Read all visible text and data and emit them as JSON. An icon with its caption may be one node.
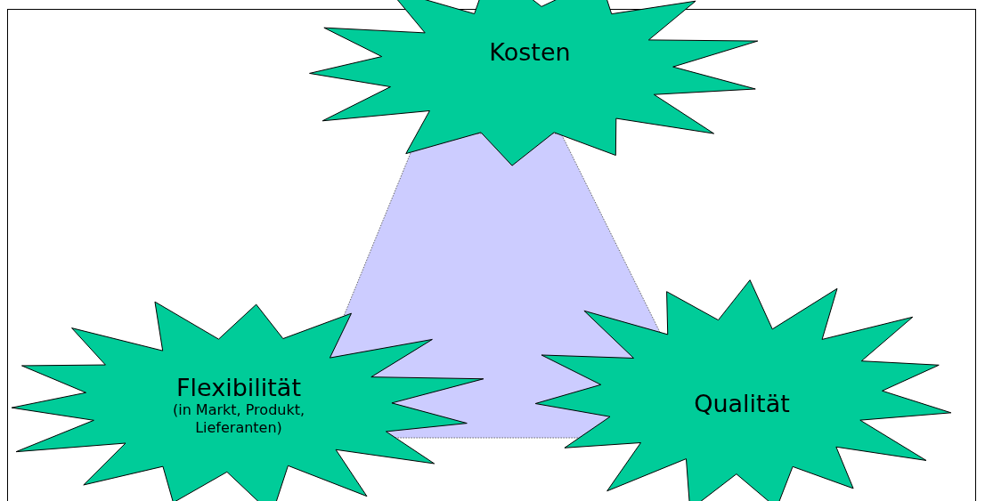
{
  "diagram": {
    "nodes": [
      {
        "text": [
          "Kosten"
        ]
      },
      {
        "text": [
          "Flexibilität",
          "(in Markt, Produkt, Lieferanten)"
        ]
      },
      {
        "text": [
          "Qualität"
        ]
      }
    ]
  }
}
